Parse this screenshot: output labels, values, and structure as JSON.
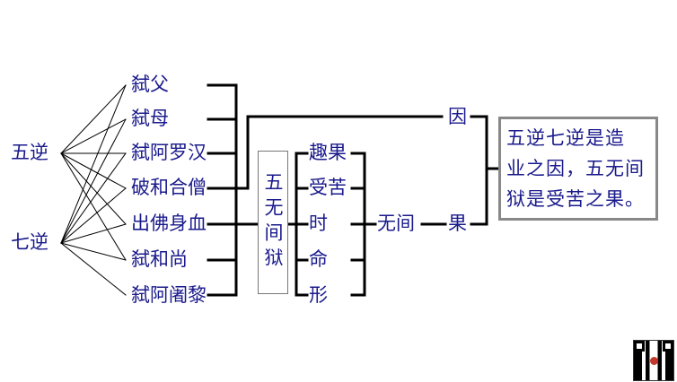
{
  "sources": [
    "五逆",
    "七逆"
  ],
  "crimes": [
    "弑父",
    "弑母",
    "弑阿罗汉",
    "破和合僧",
    "出佛身血",
    "弑和尚",
    "弑阿阇黎"
  ],
  "hell_title": "五无间狱",
  "hell_aspects": [
    "趣果",
    "受苦",
    "时",
    "命",
    "形"
  ],
  "mid_label": "无间",
  "cause_label": "因",
  "effect_label": "果",
  "summary_lines": [
    "五逆七逆是造",
    "业之因，五无间",
    "狱是受苦之果。"
  ],
  "colors": {
    "text": "#1a1a8c",
    "line": "#000000",
    "box_border": "#888888"
  },
  "icons": [
    "qr-code-icon"
  ]
}
